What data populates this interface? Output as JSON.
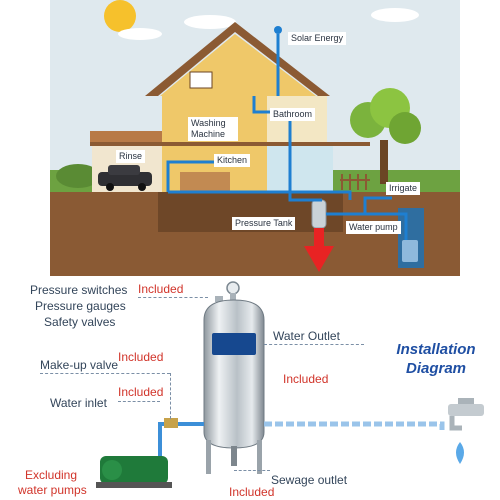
{
  "house_scene": {
    "labels": {
      "solar_energy": "Solar Energy",
      "bathroom": "Bathroom",
      "washing_machine": "Washing Machine",
      "rinse": "Rinse",
      "kitchen": "Kitchen",
      "irrigate": "Irrigate",
      "pressure_tank": "Pressure Tank",
      "water_pump": "Water pump"
    },
    "colors": {
      "sky": "#dfe9ee",
      "grass": "#6da241",
      "soil": "#8a5a34",
      "wall": "#efc869",
      "roof": "#8b5a33",
      "pipe": "#1e7fd1",
      "arrow": "#e82323"
    }
  },
  "installation": {
    "title_line1": "Installation",
    "title_line2": "Diagram",
    "left_labels": {
      "pressure_switches": "Pressure switches",
      "pressure_gauges": "Pressure gauges",
      "safety_valves": "Safety valves",
      "makeup_valve": "Make-up valve",
      "water_inlet": "Water inlet",
      "excluding_pumps_line1": "Excluding",
      "excluding_pumps_line2": "water pumps"
    },
    "right_labels": {
      "water_outlet": "Water Outlet",
      "sewage_outlet": "Sewage outlet"
    },
    "included": {
      "top": "Included",
      "makeup": "Included",
      "inlet": "Included",
      "outlet": "Included",
      "bottom": "Included"
    },
    "colors": {
      "label_text": "#33455a",
      "included_text": "#d1342a",
      "title": "#1f4fa3",
      "pipe": "#3c8fd8"
    }
  }
}
